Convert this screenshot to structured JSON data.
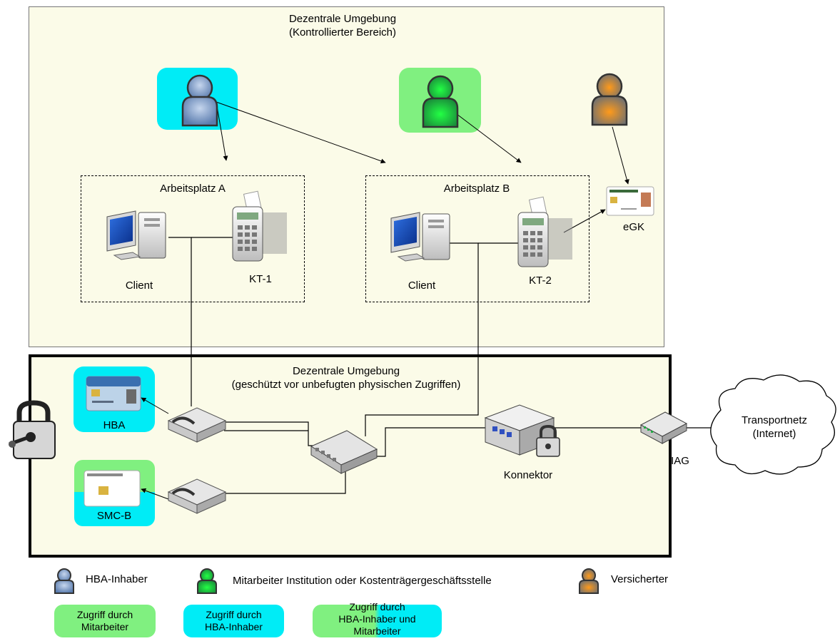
{
  "top_zone": {
    "title_line1": "Dezentrale Umgebung",
    "title_line2": "(Kontrollierter Bereich)"
  },
  "bottom_zone": {
    "title_line1": "Dezentrale Umgebung",
    "title_line2": "(geschützt vor unbefugten physischen Zugriffen)"
  },
  "workstation_a": {
    "title": "Arbeitsplatz A",
    "client": "Client",
    "terminal": "KT-1"
  },
  "workstation_b": {
    "title": "Arbeitsplatz B",
    "client": "Client",
    "terminal": "KT-2"
  },
  "egk": {
    "label": "eGK"
  },
  "hba": {
    "label": "HBA"
  },
  "smcb": {
    "label": "SMC-B"
  },
  "konnektor": {
    "label": "Konnektor"
  },
  "iag": {
    "label": "IAG"
  },
  "transportnetz": {
    "line1": "Transportnetz",
    "line2": "(Internet)"
  },
  "legend": {
    "hba_inhaber": "HBA-Inhaber",
    "mitarbeiter": "Mitarbeiter Institution oder Kostenträgergeschäftsstelle",
    "versicherter": "Versicherter",
    "access_mitarbeiter_1": "Zugriff durch",
    "access_mitarbeiter_2": "Mitarbeiter",
    "access_hba_1": "Zugriff durch",
    "access_hba_2": "HBA-Inhaber",
    "access_both_1": "Zugriff durch",
    "access_both_2": "HBA-Inhaber und",
    "access_both_3": "Mitarbeiter"
  },
  "colors": {
    "hba_inhaber": "#7c9bc7",
    "mitarbeiter": "#22cc33",
    "versicherter": "#c89040",
    "access_cyan": "#00ecf6",
    "access_green": "#80f080"
  }
}
